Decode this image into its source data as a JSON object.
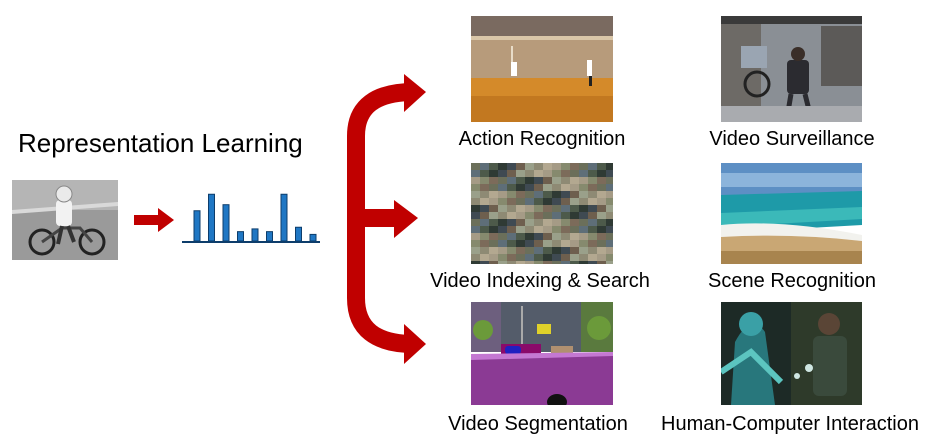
{
  "title": "Representation Learning",
  "input_image": {
    "name": "child-on-bicycle-photo"
  },
  "feature_histogram": {
    "bar_levels": [
      0.55,
      0.85,
      0.66,
      0.17,
      0.22,
      0.17,
      0.85,
      0.25,
      0.12
    ],
    "color": "#1f77c4"
  },
  "arrow_color": "#c00000",
  "applications": [
    {
      "label": "Action Recognition"
    },
    {
      "label": "Video Surveillance"
    },
    {
      "label": "Video Indexing & Search"
    },
    {
      "label": "Scene Recognition"
    },
    {
      "label": "Video Segmentation"
    },
    {
      "label": "Human-Computer Interaction"
    }
  ]
}
